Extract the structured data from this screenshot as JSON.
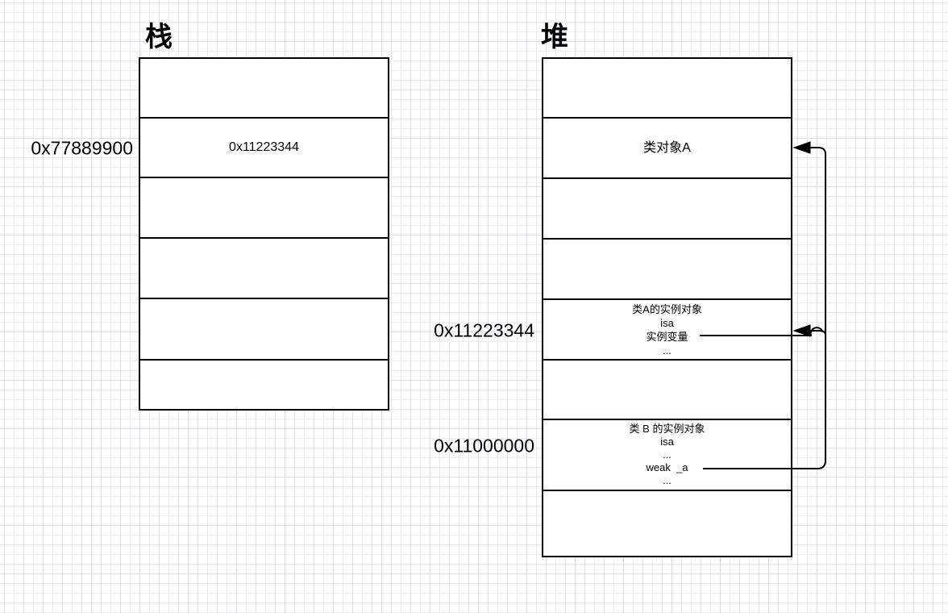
{
  "diagram": {
    "stack": {
      "title": "栈",
      "address_label": "0x77889900",
      "cells": [
        "",
        "0x11223344",
        "",
        "",
        "",
        ""
      ]
    },
    "heap": {
      "title": "堆",
      "class_object_cell": "类对象A",
      "instance_a_lines": [
        "类A的实例对象",
        "isa",
        "实例变量",
        "..."
      ],
      "instance_b_lines": [
        "类 B 的实例对象",
        "isa",
        "...",
        "weak  _a",
        "..."
      ],
      "address_label_instance_a": "0x11223344",
      "address_label_instance_b": "0x11000000"
    },
    "edges": [
      {
        "name": "isa-pointer",
        "from": "实例变量",
        "to": "类对象A"
      },
      {
        "name": "weak-pointer",
        "from": "weak  _a",
        "to": "0x11223344"
      }
    ],
    "colors": {
      "stroke": "#000000",
      "background": "#ffffff",
      "grid_minor": "#ecebf7",
      "grid_major": "#dfddf0"
    }
  }
}
